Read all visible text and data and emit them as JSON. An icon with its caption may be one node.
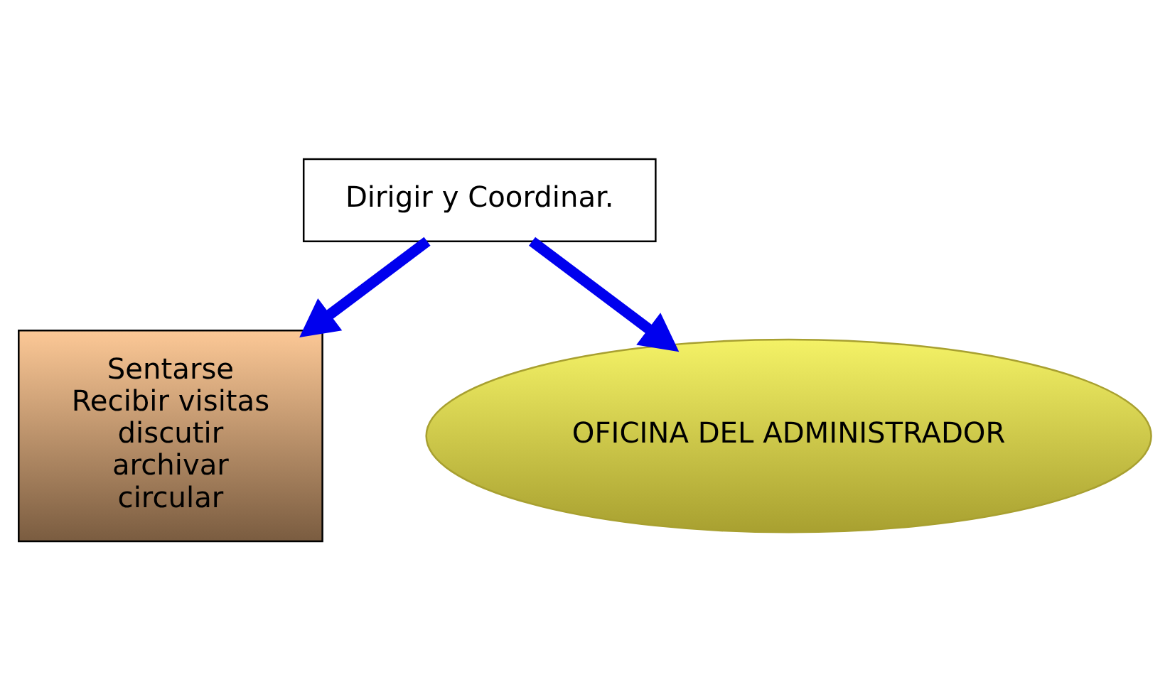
{
  "diagram": {
    "nodes": [
      {
        "text": [
          "Dirigir y Coordinar."
        ]
      },
      {
        "text": [
          "Sentarse",
          "Recibir visitas",
          "discutir",
          "archivar",
          "circular"
        ]
      },
      {
        "text": [
          "OFICINA DEL ADMINISTRADOR"
        ]
      }
    ],
    "edges": [
      {
        "from": 0,
        "to": 1,
        "arrow": "to"
      },
      {
        "from": 0,
        "to": 2,
        "arrow": "to"
      }
    ]
  }
}
